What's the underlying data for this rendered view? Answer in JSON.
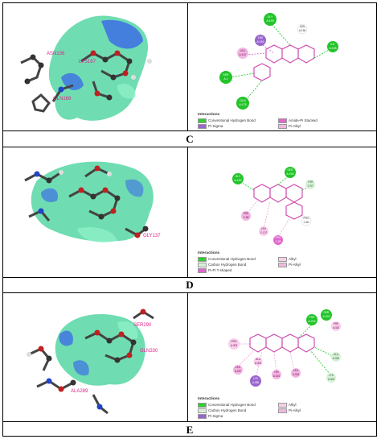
{
  "panels": [
    {
      "label": "C",
      "surface_labels": [
        "ASN136",
        "LYS167",
        "GLN169"
      ],
      "residues": [
        {
          "name": "GLY",
          "num": "A:199"
        },
        {
          "name": "HIS",
          "num": "A:169"
        },
        {
          "name": "LEU",
          "num": "A:167"
        },
        {
          "name": "ILE",
          "num": "A:198"
        },
        {
          "name": "SER",
          "num": "A:1"
        },
        {
          "name": "GLN",
          "num": "A:175"
        },
        {
          "name": "ASN",
          "num": "A:136"
        }
      ],
      "legend_title": "Interactions",
      "legend": [
        {
          "label": "Conventional Hydrogen Bond",
          "color": "#33cc33"
        },
        {
          "label": "Amide-Pi Stacked",
          "color": "#e066cc"
        },
        {
          "label": "Pi-Sigma",
          "color": "#9966cc"
        },
        {
          "label": "Pi-Alkyl",
          "color": "#f0b8e0"
        }
      ]
    },
    {
      "label": "D",
      "surface_labels": [
        "GLY137"
      ],
      "residues": [
        {
          "name": "GLY",
          "num": "A:159"
        },
        {
          "name": "SER",
          "num": "A:160"
        },
        {
          "name": "THR",
          "num": "C:57"
        },
        {
          "name": "PHE",
          "num": "C:58"
        },
        {
          "name": "LEU",
          "num": "C:137"
        },
        {
          "name": "PRO",
          "num": "C:59"
        },
        {
          "name": "PRO",
          "num": "C:60"
        }
      ],
      "legend_title": "Interactions",
      "legend": [
        {
          "label": "Conventional Hydrogen Bond",
          "color": "#33cc33"
        },
        {
          "label": "Alkyl",
          "color": "#f7d0ea"
        },
        {
          "label": "Carbon Hydrogen Bond",
          "color": "#d8f0d8"
        },
        {
          "label": "Pi-Alkyl",
          "color": "#f0b8e0"
        },
        {
          "label": "Pi-Pi T-shaped",
          "color": "#e066cc"
        }
      ]
    },
    {
      "label": "E",
      "surface_labels": [
        "SER290",
        "GLN330",
        "ALA289"
      ],
      "residues": [
        {
          "name": "PHE",
          "num": "A:294"
        },
        {
          "name": "PRO",
          "num": "A:303"
        },
        {
          "name": "PHE",
          "num": "A:332"
        },
        {
          "name": "LEU",
          "num": "A:287"
        },
        {
          "name": "LYS",
          "num": "A:288"
        },
        {
          "name": "HIS",
          "num": "A:323"
        },
        {
          "name": "ALA",
          "num": "A:320"
        },
        {
          "name": "GLU",
          "num": "A:304"
        },
        {
          "name": "LEU",
          "num": "A:318"
        },
        {
          "name": "LYS",
          "num": "A:300"
        },
        {
          "name": "SER",
          "num": "A:292"
        }
      ],
      "legend_title": "Interactions",
      "legend": [
        {
          "label": "Conventional Hydrogen Bond",
          "color": "#33cc33"
        },
        {
          "label": "Alkyl",
          "color": "#f7d0ea"
        },
        {
          "label": "Carbon Hydrogen Bond",
          "color": "#d8f0d8"
        },
        {
          "label": "Pi-Alkyl",
          "color": "#f0b8e0"
        },
        {
          "label": "Pi-Sigma",
          "color": "#9966cc"
        }
      ]
    }
  ]
}
